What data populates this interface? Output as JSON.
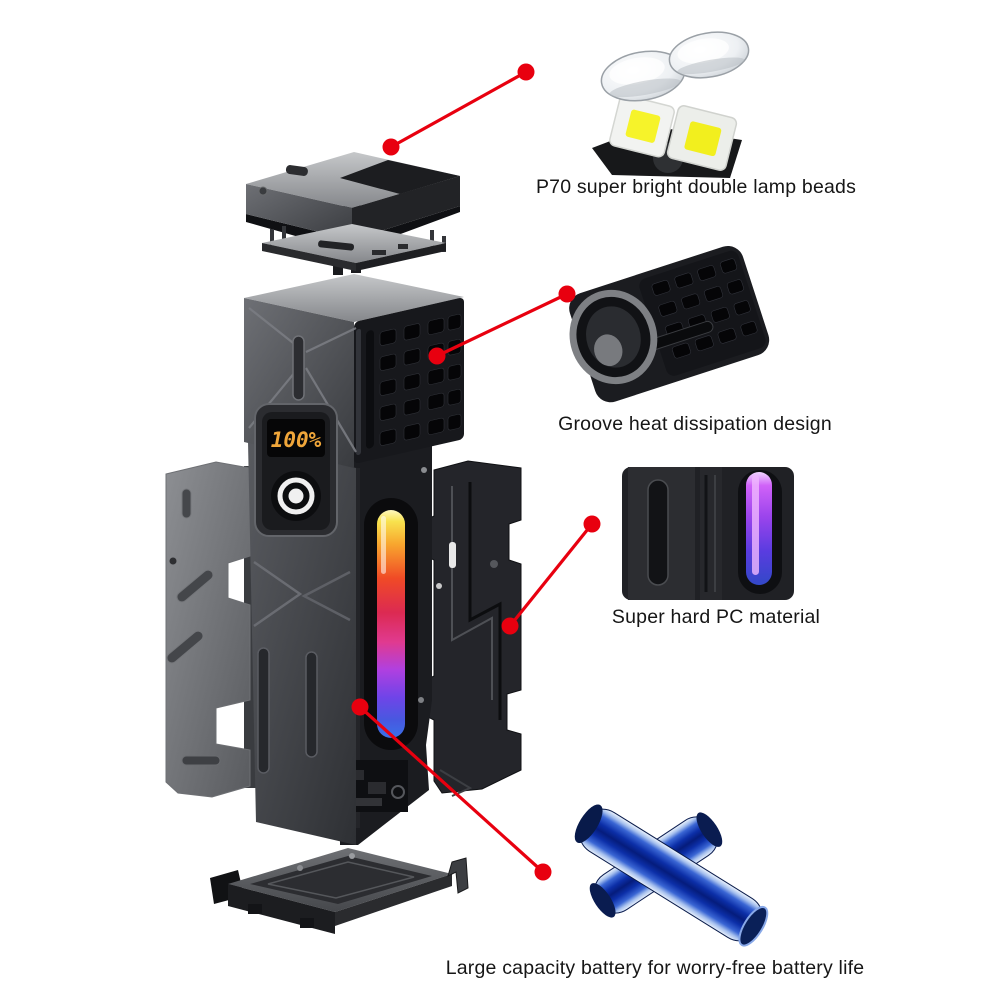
{
  "diagram": {
    "title": "flashlight-exploded-view",
    "parts": [
      "top-lens-cap",
      "led-driver-plate",
      "flashlight-head-with-heat-fins",
      "main-body-with-display-and-rgb-strip",
      "left-side-panel",
      "right-side-panel",
      "bottom-tray-with-clip"
    ]
  },
  "display": {
    "value": "100%"
  },
  "callouts": [
    {
      "id": "lamp-beads",
      "label": "P70 super bright double lamp beads"
    },
    {
      "id": "heat-dissipation",
      "label": "Groove heat dissipation design"
    },
    {
      "id": "pc-material",
      "label": "Super hard PC material"
    },
    {
      "id": "battery",
      "label": "Large capacity battery for worry-free battery life"
    }
  ],
  "colors": {
    "background": "#ffffff",
    "accent_red": "#e8000f",
    "text": "#161616",
    "display_amber": "#f0a63a",
    "battery_blue": "#0c2fa8",
    "rgb_strip_top": "#f8e24e",
    "rgb_strip_bottom": "#3a70e8"
  }
}
